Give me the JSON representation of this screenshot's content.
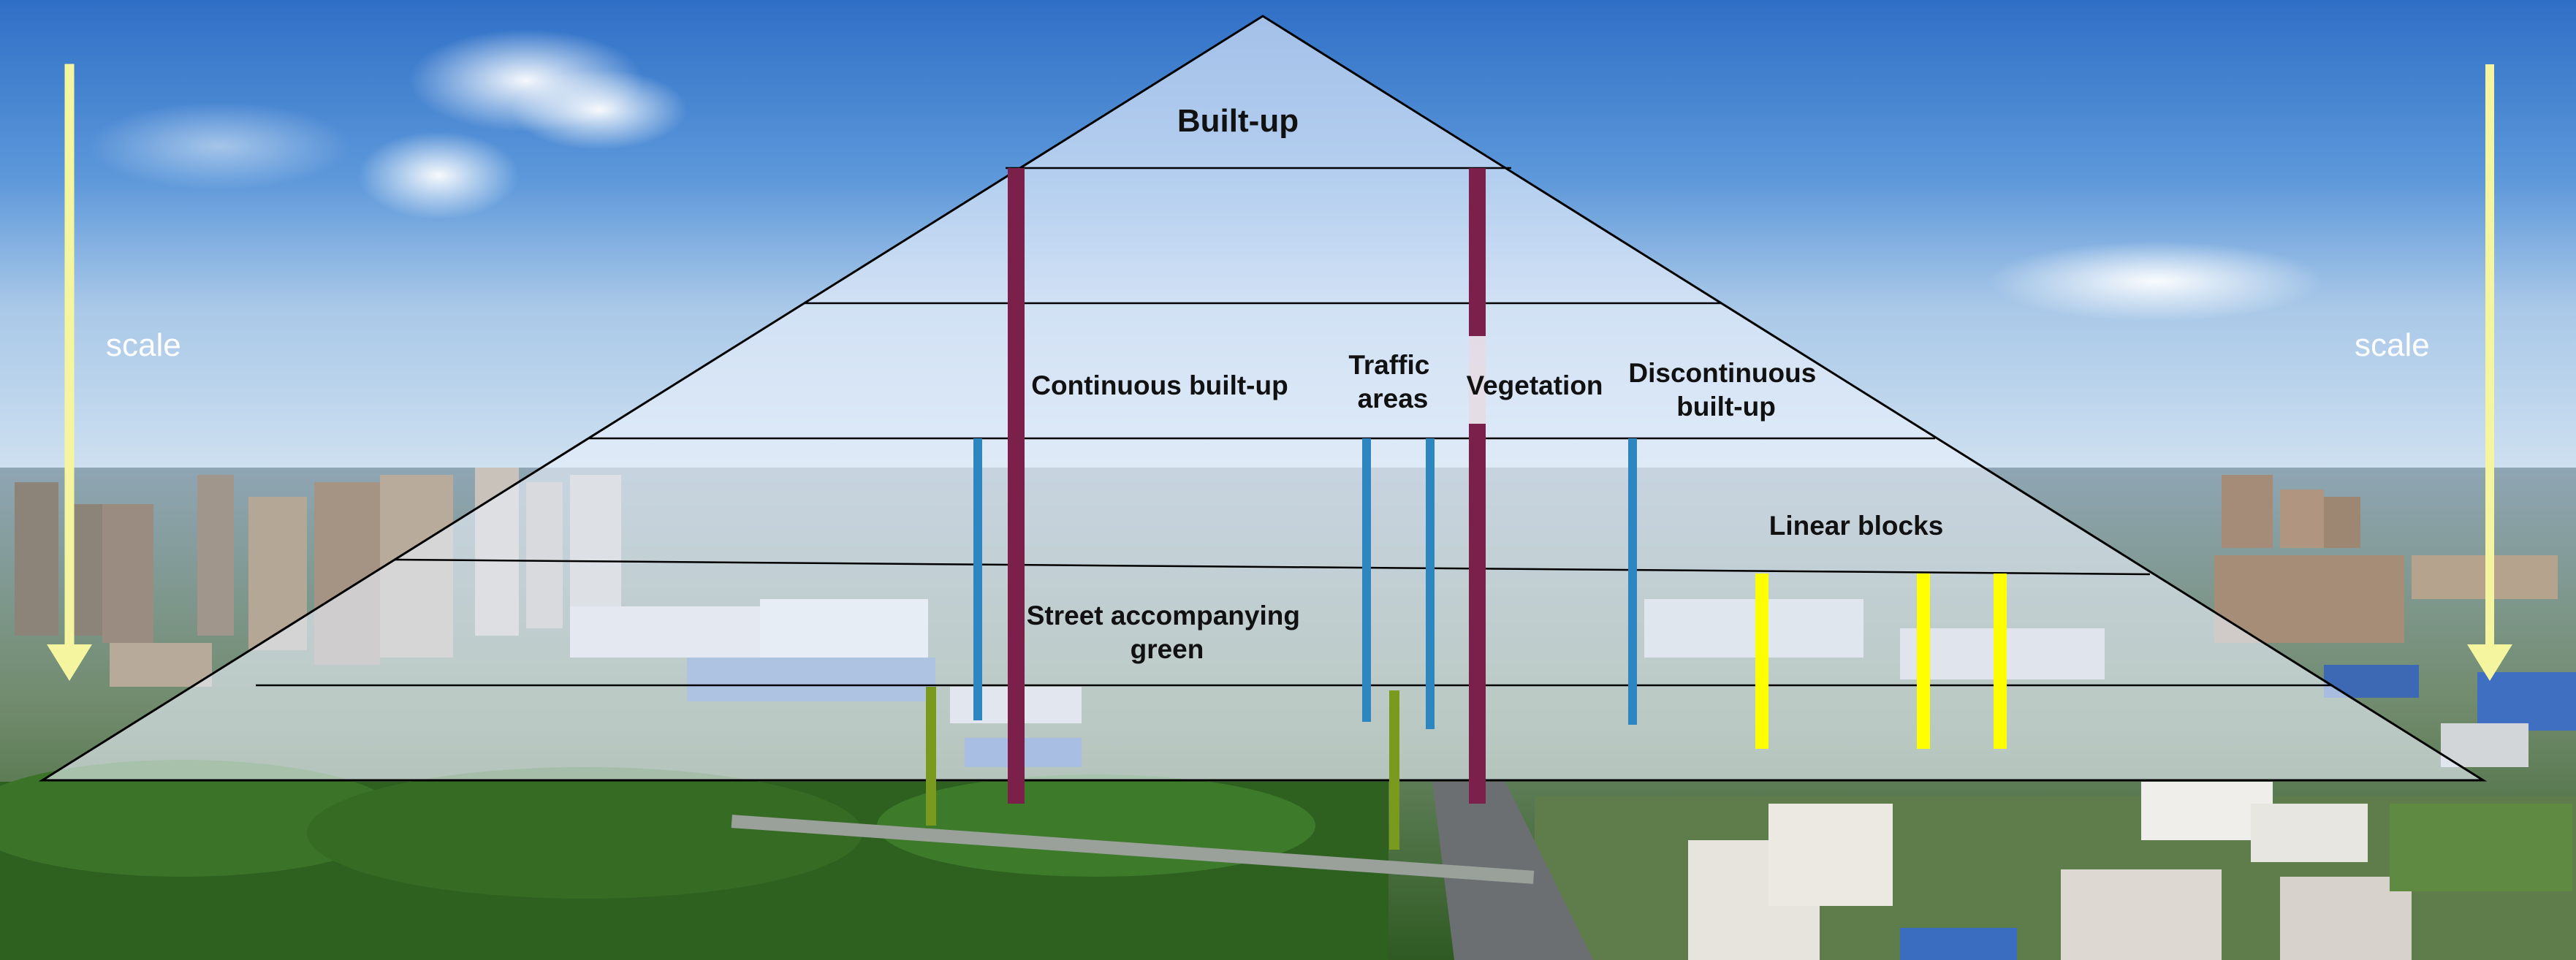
{
  "title": "Built-up",
  "scale_left": "scale",
  "scale_right": "scale",
  "labels": {
    "continuous_built_up": "Continuous built-up",
    "traffic_areas": "Traffic areas",
    "vegetation": "Vegetation",
    "discontinuous_built_up": "Discontinuous built-up",
    "linear_blocks": "Linear blocks",
    "street_accompanying_green": "Street accompanying green"
  },
  "colors": {
    "continuous_bar": "#7b1f4b",
    "traffic_bar": "#2e86c1",
    "street_green_bar": "#7a9a1e",
    "linear_blocks_bar": "#ffff00",
    "arrow": "#f5f5a0"
  },
  "background": "aerial panorama photograph of a city: blue sky with clouds, high-rise buildings, industrial blocks, roads and green trees"
}
